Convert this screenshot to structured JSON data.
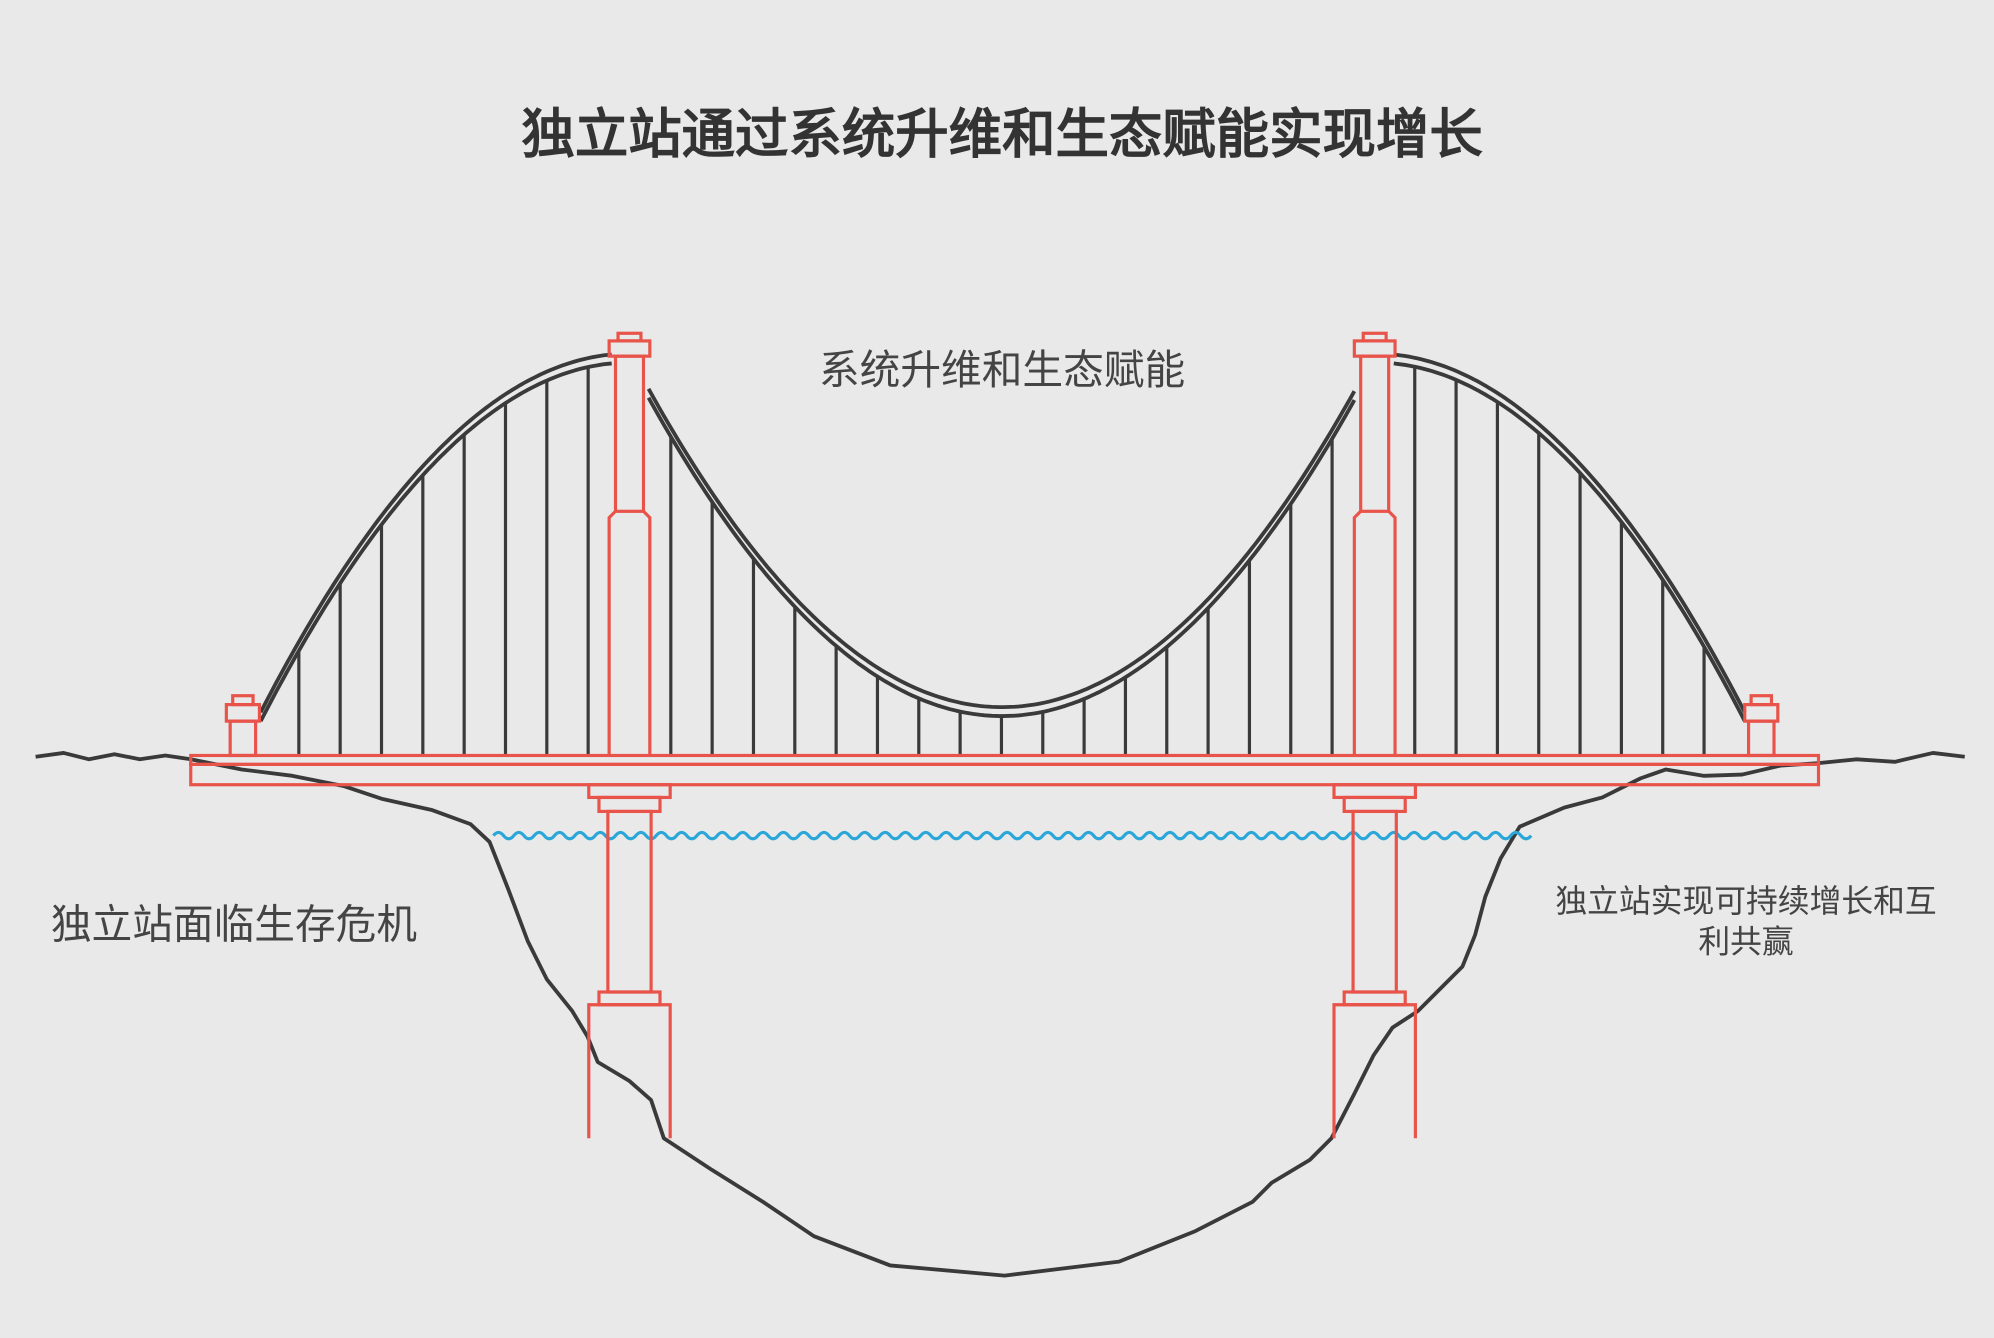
{
  "title": "独立站通过系统升维和生态赋能实现增长",
  "labels": {
    "top": "系统升维和生态赋能",
    "left": "独立站面临生存危机",
    "right_line1": "独立站实现可持续增长和互",
    "right_line2": "利共赢"
  },
  "colors": {
    "background": "#e9e9e9",
    "structure": "#e8534a",
    "cable": "#3a3a3a",
    "water": "#2aa6d8",
    "text": "#333333"
  }
}
